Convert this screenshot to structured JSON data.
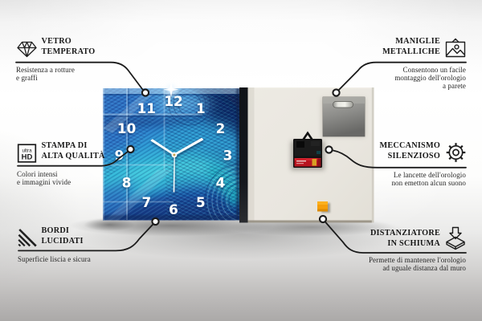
{
  "product_kind": "wall clock infographic",
  "clock": {
    "numbers": [
      "1",
      "2",
      "3",
      "4",
      "5",
      "6",
      "7",
      "8",
      "9",
      "10",
      "11",
      "12"
    ]
  },
  "icons": {
    "ultra_hd_small": "ultra",
    "ultra_hd_big": "HD"
  },
  "colors": {
    "line": "#1b1b1b",
    "clock_blue": "#2a71c8",
    "clock_cyan": "#38c2d8",
    "back_panel": "#eae7e0",
    "foam_orange": "#f59e0b",
    "battery_red": "#c01722",
    "hands_white": "#ffffff"
  },
  "callouts": [
    {
      "id": "vetro-temperato",
      "icon": "diamond-icon",
      "title_line1": "VETRO",
      "title_line2": "TEMPERATO",
      "desc_line1": "Resistenza a rotture",
      "desc_line2": "e graffi",
      "desc_line3": ""
    },
    {
      "id": "stampa-alta-qualita",
      "icon": "ultra-hd-icon",
      "title_line1": "STAMPA DI",
      "title_line2": "ALTA QUALITÀ",
      "desc_line1": "Colori intensi",
      "desc_line2": "e immagini vivide",
      "desc_line3": ""
    },
    {
      "id": "bordi-lucidati",
      "icon": "polished-edge-icon",
      "title_line1": "BORDI",
      "title_line2": "LUCIDATI",
      "desc_line1": "Superficie liscia e sicura",
      "desc_line2": "",
      "desc_line3": ""
    },
    {
      "id": "maniglie-metalliche",
      "icon": "picture-frame-icon",
      "title_line1": "MANIGLIE",
      "title_line2": "METALLICHE",
      "desc_line1": "Consentono un facile",
      "desc_line2": "montaggio dell'orologio",
      "desc_line3": "a parete"
    },
    {
      "id": "meccanismo-silenzioso",
      "icon": "gear-icon",
      "title_line1": "MECCANISMO",
      "title_line2": "SILENZIOSO",
      "desc_line1": "Le lancette dell'orologio",
      "desc_line2": "non emetton alcun suono",
      "desc_line3": ""
    },
    {
      "id": "distanziatore-in-schiuma",
      "icon": "foam-spacer-icon",
      "title_line1": "DISTANZIATORE",
      "title_line2": "IN SCHIUMA",
      "desc_line1": "Permette di mantenere l'orologio",
      "desc_line2": "ad uguale distanza dal muro",
      "desc_line3": ""
    }
  ]
}
